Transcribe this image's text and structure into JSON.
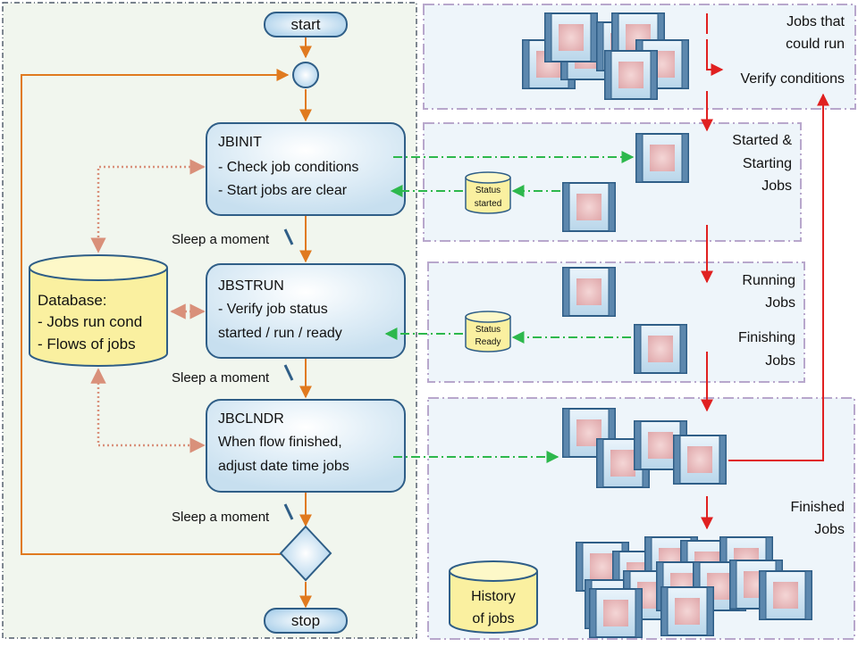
{
  "flow": {
    "start": "start",
    "stop": "stop",
    "sleep_label": "Sleep a moment",
    "steps": [
      {
        "name": "JBINIT",
        "lines": [
          "- Check job conditions",
          "- Start jobs are clear"
        ]
      },
      {
        "name": "JBSTRUN",
        "lines": [
          "- Verify job status",
          "started / run / ready"
        ]
      },
      {
        "name": "JBCLNDR",
        "lines": [
          "When flow finished,",
          "adjust date time jobs"
        ]
      }
    ]
  },
  "database": {
    "title": "Database:",
    "lines": [
      "- Jobs run cond",
      "- Flows of jobs"
    ]
  },
  "states": {
    "could_run": [
      "Jobs that",
      "could run"
    ],
    "verify": "Verify conditions",
    "started": [
      "Started &",
      "Starting",
      "Jobs"
    ],
    "running": [
      "Running",
      "Jobs"
    ],
    "finishing": [
      "Finishing",
      "Jobs"
    ],
    "finished": [
      "Finished",
      "Jobs"
    ]
  },
  "stores": {
    "status_started": [
      "Status",
      "started"
    ],
    "status_ready": [
      "Status",
      "Ready"
    ],
    "history": [
      "History",
      "of jobs"
    ]
  },
  "colors": {
    "flow_arrow": "#E07A1F",
    "state_arrow": "#E02020",
    "status_arrow": "#2DB84C",
    "db_link": "#D9907A",
    "step_fill": "#D7EAF5",
    "step_stroke": "#2F5E87",
    "cyl_fill": "#FAF0A0",
    "job_frame": "#2F5E87",
    "job_inner": "#E2B3B5",
    "zone_border": "#B8A7CC"
  }
}
